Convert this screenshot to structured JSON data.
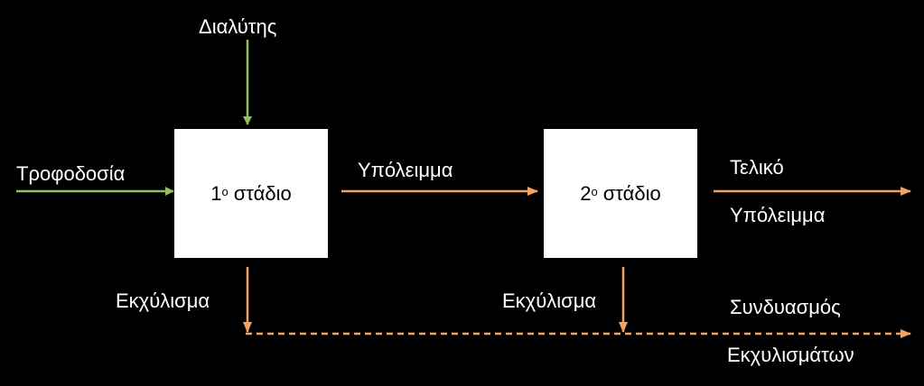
{
  "labels": {
    "solvent": "Διαλύτης",
    "feed": "Τροφοδοσία",
    "residue": "Υπόλειμμα",
    "final_line1": "Τελικό",
    "final_line2": "Υπόλειμμα",
    "extract_1": "Εκχύλισμα",
    "extract_2": "Εκχύλισμα",
    "combination_line1": "Συνδυασμός",
    "combination_line2": "Εκχυλισμάτων"
  },
  "stages": [
    {
      "number": "1",
      "superscript": "ο",
      "name": "στάδιο"
    },
    {
      "number": "2",
      "superscript": "ο",
      "name": "στάδιο"
    }
  ],
  "colors": {
    "background": "#000000",
    "feed_solvent_arrow": "#8fbf5f",
    "process_arrow": "#f4a260",
    "box": "#ffffff",
    "text": "#ffffff"
  }
}
